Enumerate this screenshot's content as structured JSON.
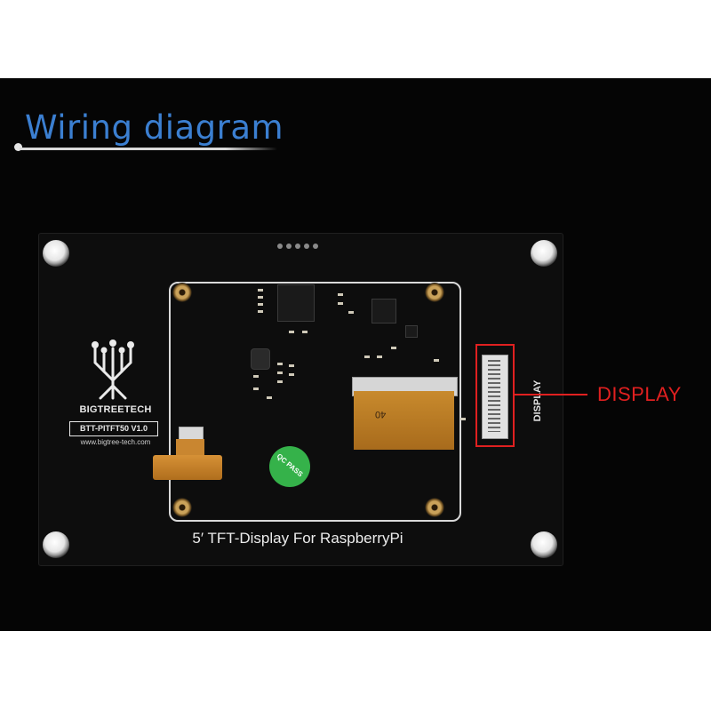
{
  "title": "Wiring diagram",
  "board": {
    "brand": "BIGTREETECH",
    "model": "BTT-PITFT50 V1.0",
    "website": "www.bigtree-tech.com",
    "connector_label": "DISPLAY",
    "qc_text": "QC PASS",
    "ribbon_marking": "40",
    "caption": "5′ TFT-Display For RaspberryPi"
  },
  "callout": {
    "label": "DISPLAY",
    "color": "#e02020"
  },
  "colors": {
    "title": "#3b7fd1",
    "background": "#050505",
    "qc_badge": "#35b24a",
    "ribbon": "#c88a2d"
  }
}
